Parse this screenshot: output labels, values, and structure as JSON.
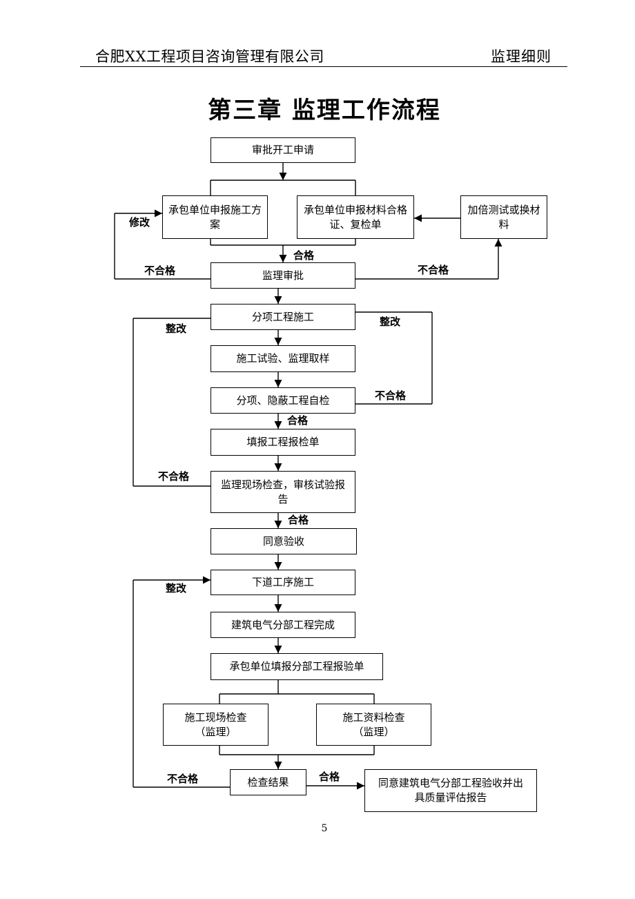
{
  "header": {
    "company": "合肥XX工程项目咨询管理有限公司",
    "doc_type": "监理细则"
  },
  "title": "第三章  监理工作流程",
  "boxes": {
    "approve_start": "审批开工申请",
    "submit_plan": "承包单位申报施工方案",
    "submit_material": "承包单位申报材料合格证、复检单",
    "double_test": "加倍测试或换材料",
    "supervision_approve": "监理审批",
    "sub_construction": "分项工程施工",
    "test_sampling": "施工试验、监理取样",
    "self_check": "分项、隐蔽工程自检",
    "fill_report": "填报工程报检单",
    "site_inspection": "监理现场检查，审核试验报告",
    "agree_accept": "同意验收",
    "next_process": "下道工序施工",
    "electrical_complete": "建筑电气分部工程完成",
    "contractor_report": "承包单位填报分部工程报验单",
    "site_check": "施工现场检查（监理）",
    "doc_check": "施工资料检查（监理）",
    "check_result": "检查结果",
    "final_accept": "同意建筑电气分部工程验收并出具质量评估报告"
  },
  "labels": {
    "modify": "修改",
    "unqualified": "不合格",
    "qualified": "合格",
    "rectify": "整改"
  },
  "page_number": "5"
}
